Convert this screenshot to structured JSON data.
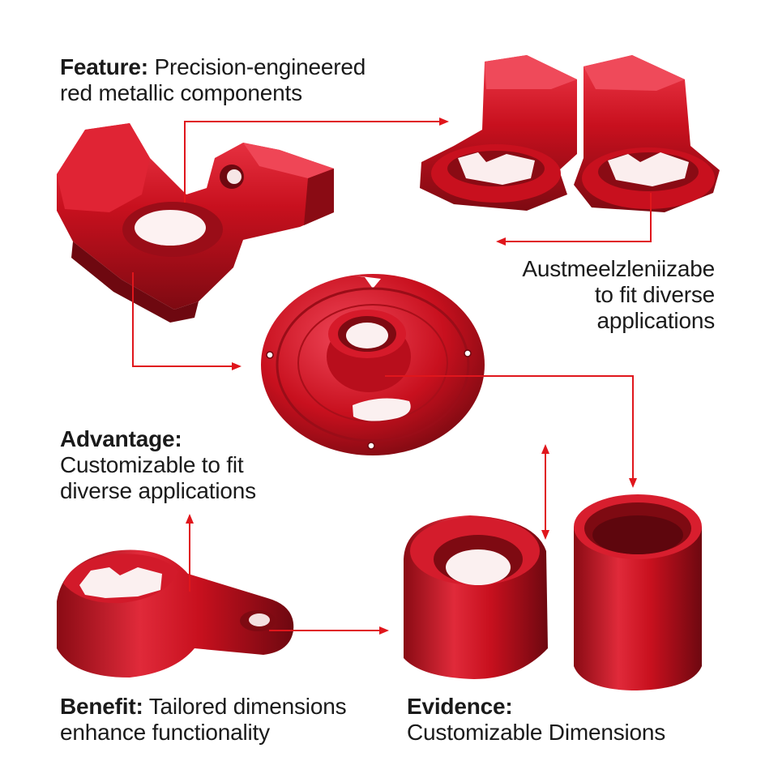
{
  "labels": {
    "feature": {
      "heading": "Feature:",
      "line1": "Precision-engineered",
      "line2": "red metallic components"
    },
    "side": {
      "line1": "Austmeelzleniizabe",
      "line2": "to fit diverse",
      "line3": "applications"
    },
    "advantage": {
      "heading": "Advantage:",
      "line1": "Customizable to fit",
      "line2": "diverse applications"
    },
    "benefit": {
      "heading": "Benefit:",
      "line1": "Tailored dimensions",
      "line2": "enhance functionality"
    },
    "evidence": {
      "heading": "Evidence:",
      "line1": "Customizable Dimensions"
    }
  },
  "colors": {
    "arrow": "#e0161c",
    "part_base": "#c8101e",
    "part_shadow": "#7e0a12",
    "part_highlight": "#f0485a",
    "text": "#1a1a1a"
  },
  "parts": [
    {
      "name": "bracket-block-part"
    },
    {
      "name": "twin-clamp-part"
    },
    {
      "name": "flange-disc-part"
    },
    {
      "name": "wrench-lever-part"
    },
    {
      "name": "tapered-bushing-part"
    },
    {
      "name": "cylinder-sleeve-part"
    }
  ]
}
